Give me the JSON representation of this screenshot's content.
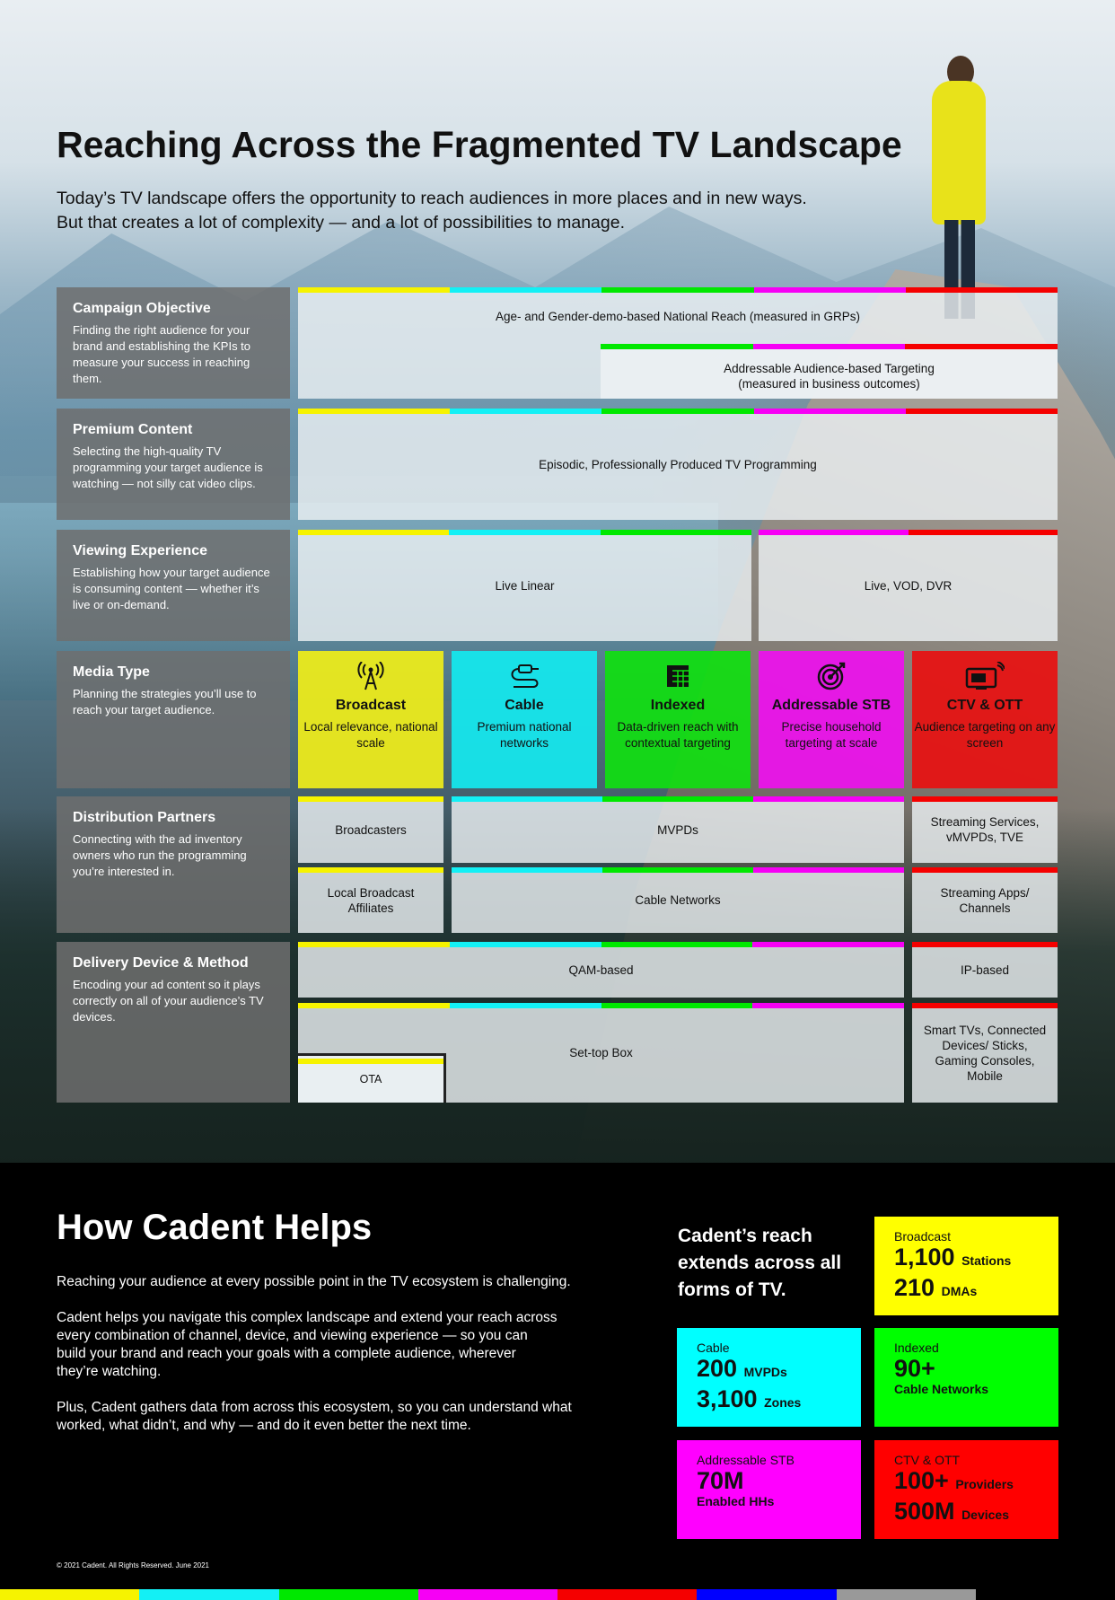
{
  "header": {
    "title": "Reaching Across the Fragmented TV Landscape",
    "intro_line1": "Today’s TV landscape offers the opportunity to reach audiences in more places and in new ways.",
    "intro_line2": "But that creates a lot of complexity — and a lot of possibilities to manage."
  },
  "rows": {
    "campaign": {
      "title": "Campaign Objective",
      "desc": "Finding the right audience for your brand and establishing the KPIs to measure your success in reaching them."
    },
    "content": {
      "title": "Premium Content",
      "desc": "Selecting the high-quality TV programming your target audience is watching — not silly cat video clips."
    },
    "viewing": {
      "title": "Viewing Experience",
      "desc": "Establishing how your target audience is consuming content — whether it’s live or on-demand."
    },
    "media": {
      "title": "Media Type",
      "desc": "Planning the strategies you’ll use to reach your target audience."
    },
    "distribution": {
      "title": "Distribution Partners",
      "desc": "Connecting with the ad inventory owners who run the programming you’re interested in."
    },
    "delivery": {
      "title": "Delivery Device & Method",
      "desc": "Encoding your ad content so it plays correctly on all of your audience’s TV devices."
    }
  },
  "cells": {
    "national_reach": "Age- and Gender-demo-based National Reach (measured in GRPs)",
    "addressable_line1": "Addressable Audience-based Targeting",
    "addressable_line2": "(measured in business outcomes)",
    "episodic": "Episodic, Professionally Produced TV Programming",
    "live_linear": "Live Linear",
    "live_vod_dvr": "Live, VOD, DVR",
    "broadcasters": "Broadcasters",
    "mvpds": "MVPDs",
    "streaming_services": "Streaming Services, vMVPDs, TVE",
    "local_affiliates": "Local Broadcast Affiliates",
    "cable_networks": "Cable Networks",
    "streaming_apps": "Streaming Apps/ Channels",
    "qam": "QAM-based",
    "ip": "IP-based",
    "settop": "Set-top Box",
    "ota": "OTA",
    "smart_tvs": "Smart TVs, Connected Devices/ Sticks, Gaming Consoles, Mobile"
  },
  "media_types": [
    {
      "name": "Broadcast",
      "desc": "Local relevance, national scale",
      "color": "#eeee18",
      "icon": "antenna-icon"
    },
    {
      "name": "Cable",
      "desc": "Premium national networks",
      "color": "#13e9ef",
      "icon": "cable-icon"
    },
    {
      "name": "Indexed",
      "desc": "Data-driven reach with contextual targeting",
      "color": "#10e010",
      "icon": "grid-icon"
    },
    {
      "name": "Addressable STB",
      "desc": "Precise household targeting at scale",
      "color": "#ee10ee",
      "icon": "target-icon"
    },
    {
      "name": "CTV & OTT",
      "desc": "Audience targeting on any screen",
      "color": "#e81010",
      "icon": "tv-icon"
    }
  ],
  "helps": {
    "title": "How Cadent Helps",
    "p1": "Reaching your audience at every possible point in the TV ecosystem is challenging.",
    "p2": "Cadent helps you navigate this complex landscape and extend your reach across every combination of channel, device, and viewing experience — so you can build your brand and reach your goals with a complete audience, wherever they’re watching.",
    "p3": "Plus, Cadent gathers data from across this ecosystem, so you can understand what worked, what didn’t, and why — and do it even better the next time.",
    "reach": "Cadent’s reach extends across all forms of TV."
  },
  "stats": {
    "broadcast": {
      "label": "Broadcast",
      "n1": "1,100",
      "u1": "Stations",
      "n2": "210",
      "u2": "DMAs",
      "color": "#ffff00"
    },
    "cable": {
      "label": "Cable",
      "n1": "200",
      "u1": "MVPDs",
      "n2": "3,100",
      "u2": "Zones",
      "color": "#00ffff"
    },
    "indexed": {
      "label": "Indexed",
      "n1": "90+",
      "sub": "Cable Networks",
      "color": "#00ff00"
    },
    "addressable": {
      "label": "Addressable STB",
      "n1": "70M",
      "sub": "Enabled HHs",
      "color": "#ff00ff"
    },
    "ctv": {
      "label": "CTV & OTT",
      "n1": "100+",
      "u1": "Providers",
      "n2": "500M",
      "u2": "Devices",
      "color": "#ff0000"
    }
  },
  "footer": {
    "copyright": "© 2021 Cadent. All Rights Reserved. June 2021"
  },
  "colors": {
    "yellow": "#f6f300",
    "cyan": "#13f0f5",
    "green": "#00e800",
    "magenta": "#f600f5",
    "red": "#f50000",
    "blue": "#0000ff",
    "gray": "#999999"
  }
}
